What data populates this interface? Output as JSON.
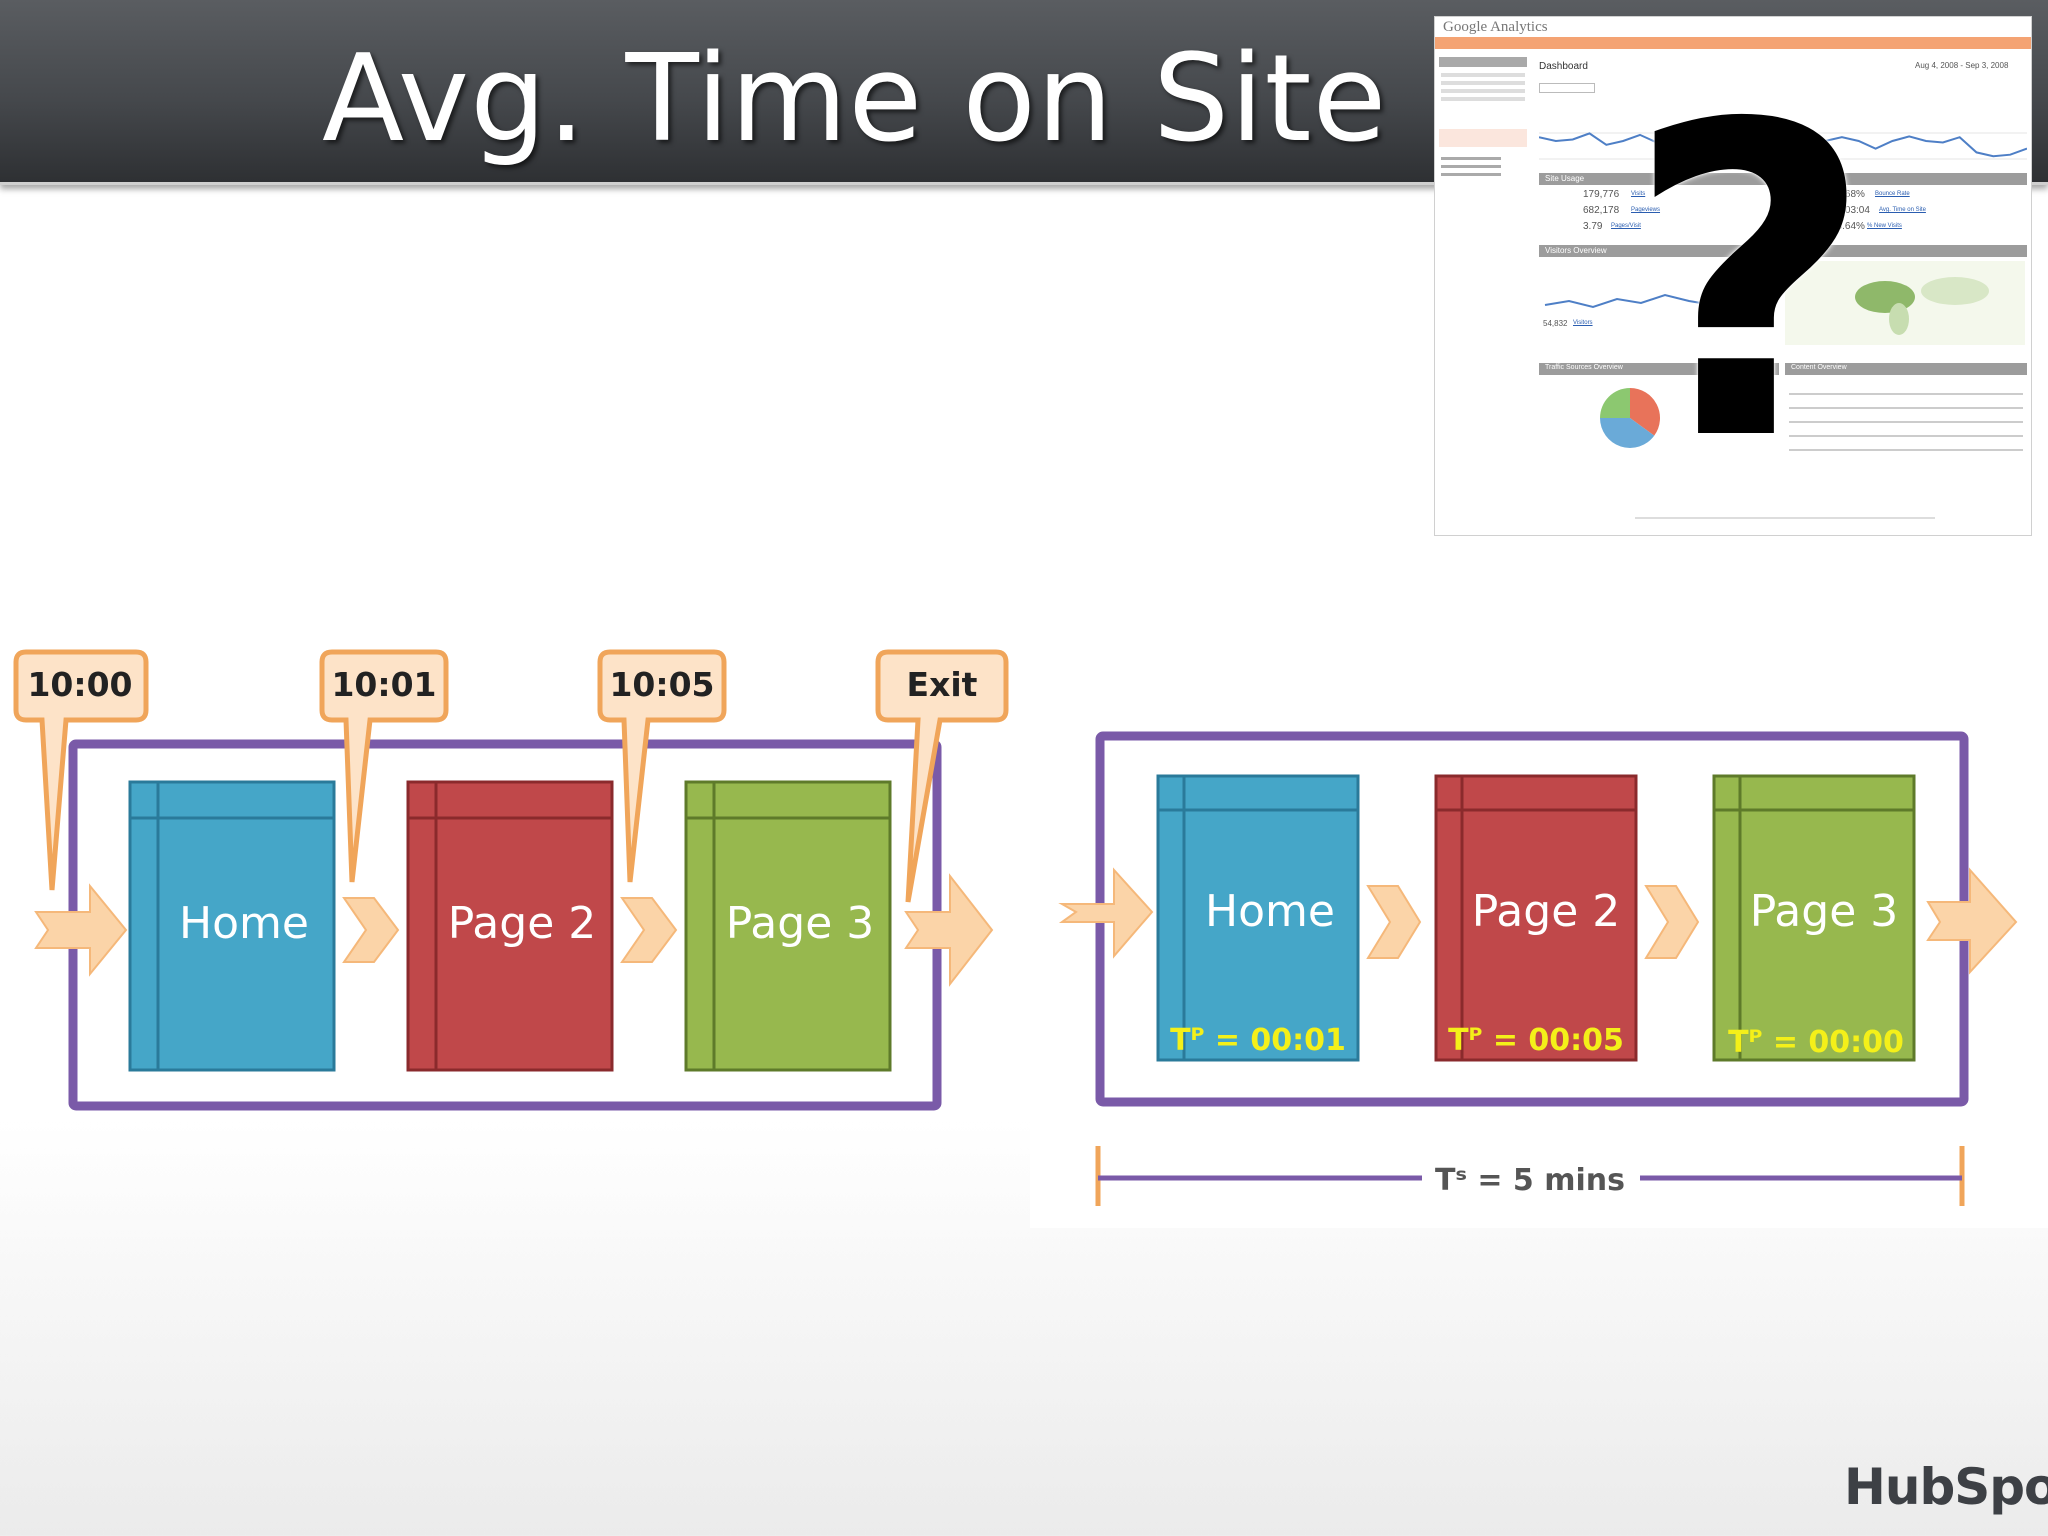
{
  "slide": {
    "title": "Avg. Time on Site",
    "question_mark": "?",
    "logo_text": "HubSpot"
  },
  "ga_screenshot": {
    "brand": "Google Analytics",
    "page_title": "Dashboard",
    "date_range": "Aug 4, 2008 - Sep 3, 2008",
    "sections": {
      "site_usage": "Site Usage",
      "visitors_overview": "Visitors Overview",
      "traffic_sources": "Traffic Sources Overview",
      "content_overview": "Content Overview"
    },
    "metrics": {
      "visits": "179,776",
      "visits_label": "Visits",
      "pageviews": "682,178",
      "pageviews_label": "Pageviews",
      "pages_per_visit": "3.79",
      "pages_per_visit_label": "Pages/Visit",
      "bounce_rate": "52.68%",
      "bounce_rate_label": "Bounce Rate",
      "time_on_site": "00:03:04",
      "time_on_site_label": "Avg. Time on Site",
      "new_visits": "23.64%",
      "new_visits_label": "% New Visits",
      "visitors": "54,832",
      "visitors_label": "Visitors"
    },
    "chart_points": [
      0.55,
      0.5,
      0.52,
      0.6,
      0.45,
      0.5,
      0.58,
      0.48,
      0.5,
      0.62,
      0.42,
      0.5,
      0.55,
      0.48,
      0.52,
      0.6,
      0.46,
      0.5,
      0.55,
      0.5,
      0.4,
      0.5,
      0.56,
      0.5,
      0.48,
      0.55,
      0.35,
      0.3,
      0.32,
      0.4
    ],
    "pie": [
      {
        "value": 35,
        "color": "#e8735a"
      },
      {
        "value": 40,
        "color": "#6aaad8"
      },
      {
        "value": 25,
        "color": "#8cc870"
      }
    ]
  },
  "diagram_left": {
    "timestamps": [
      "10:00",
      "10:01",
      "10:05",
      "Exit"
    ],
    "pages": [
      {
        "label": "Home",
        "color": "#45a6c8"
      },
      {
        "label": "Page 2",
        "color": "#c0484a"
      },
      {
        "label": "Page 3",
        "color": "#97b84e"
      }
    ]
  },
  "diagram_right": {
    "pages": [
      {
        "label": "Home",
        "color": "#45a6c8",
        "time": "Tᴾ = 00:01"
      },
      {
        "label": "Page 2",
        "color": "#c0484a",
        "time": "Tᴾ = 00:05"
      },
      {
        "label": "Page 3",
        "color": "#97b84e",
        "time": "Tᴾ = 00:00"
      }
    ],
    "session_time": "Tˢ = 5 mins"
  },
  "colors": {
    "frame": "#7a5aa8",
    "callout_fill": "#fde3c8",
    "callout_stroke": "#f0a55a",
    "arrow_fill": "#fbd4a8"
  }
}
